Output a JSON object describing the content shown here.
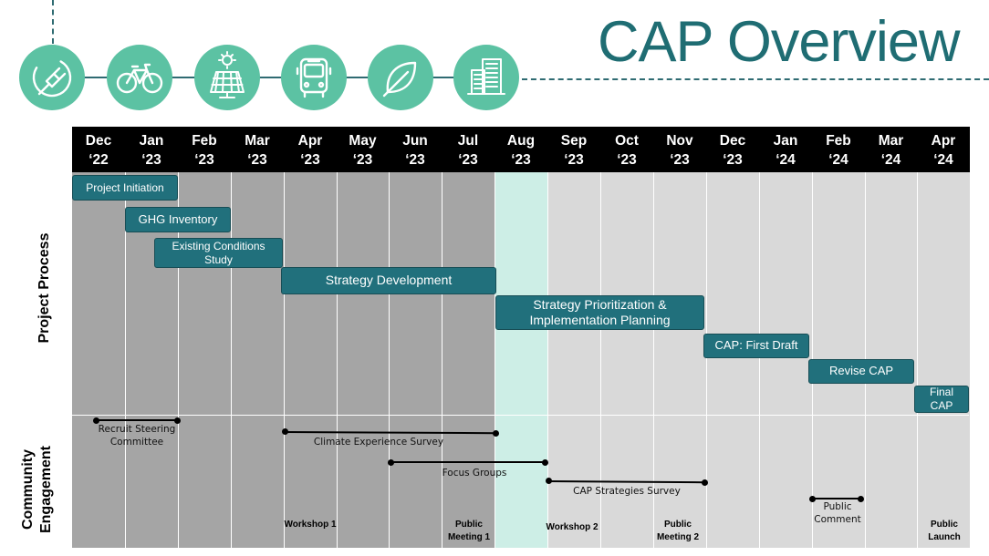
{
  "title": "CAP Overview",
  "icons": [
    "plug-icon",
    "bicycle-icon",
    "solar-panel-icon",
    "bus-icon",
    "leaf-icon",
    "building-icon"
  ],
  "colors": {
    "icon_bg": "#5cc2a3",
    "bar": "#21707c",
    "title": "#1f6d73",
    "highlight_col": "#cdeee6"
  },
  "months": [
    {
      "m": "Dec",
      "y": "‘22"
    },
    {
      "m": "Jan",
      "y": "‘23"
    },
    {
      "m": "Feb",
      "y": "‘23"
    },
    {
      "m": "Mar",
      "y": "‘23"
    },
    {
      "m": "Apr",
      "y": "‘23"
    },
    {
      "m": "May",
      "y": "‘23"
    },
    {
      "m": "Jun",
      "y": "‘23"
    },
    {
      "m": "Jul",
      "y": "‘23"
    },
    {
      "m": "Aug",
      "y": "‘23"
    },
    {
      "m": "Sep",
      "y": "‘23"
    },
    {
      "m": "Oct",
      "y": "‘23"
    },
    {
      "m": "Nov",
      "y": "‘23"
    },
    {
      "m": "Dec",
      "y": "‘23"
    },
    {
      "m": "Jan",
      "y": "‘24"
    },
    {
      "m": "Feb",
      "y": "‘24"
    },
    {
      "m": "Mar",
      "y": "‘24"
    },
    {
      "m": "Apr",
      "y": "‘24"
    }
  ],
  "sections": {
    "process": "Project Process",
    "engagement_1": "Community",
    "engagement_2": "Engagement"
  },
  "process_bars": [
    {
      "label": "Project Initiation"
    },
    {
      "label": "GHG Inventory"
    },
    {
      "label": "Existing Conditions Study"
    },
    {
      "label": "Strategy Development"
    },
    {
      "label": "Strategy Prioritization & Implementation Planning"
    },
    {
      "label": "CAP: First Draft"
    },
    {
      "label": "Revise CAP"
    },
    {
      "label": "Final CAP"
    }
  ],
  "engagement": [
    {
      "label": "Recruit Steering Committee"
    },
    {
      "label": "Climate Experience Survey"
    },
    {
      "label": "Focus Groups"
    },
    {
      "label": "CAP Strategies Survey"
    },
    {
      "label": "Public Comment"
    }
  ],
  "milestones": [
    {
      "label": "Workshop 1"
    },
    {
      "label": "Public Meeting 1"
    },
    {
      "label": "Workshop 2"
    },
    {
      "label": "Public Meeting 2"
    },
    {
      "label": "Public Launch"
    }
  ]
}
